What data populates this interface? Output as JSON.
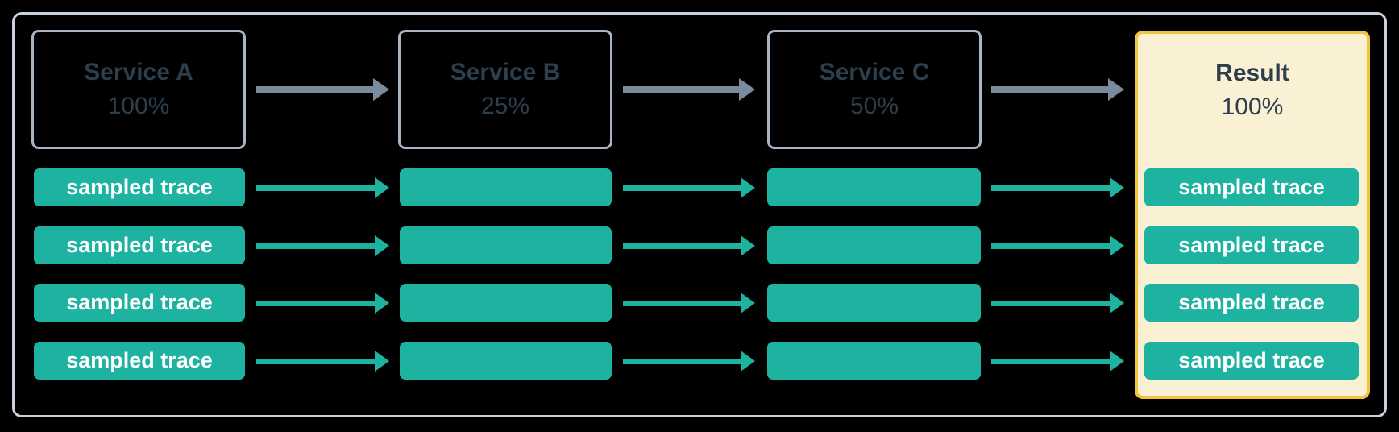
{
  "colors": {
    "teal": "#1eb2a0",
    "arrow_gray": "#7c8b9b",
    "box_border": "#a9b5c2",
    "frame_border": "#c9d1da",
    "text_dark": "#2d3e4c",
    "bar_text": "#ffffff",
    "result_bg": "#faf1d5",
    "result_border": "#f2c53d"
  },
  "diagram": {
    "description": "Trace sampling flow across services",
    "columns": [
      {
        "title": "Service A",
        "percent": "100%",
        "bars": [
          "sampled trace",
          "sampled trace",
          "sampled trace",
          "sampled trace"
        ]
      },
      {
        "title": "Service B",
        "percent": "25%",
        "bars": [
          "",
          "",
          "",
          ""
        ]
      },
      {
        "title": "Service C",
        "percent": "50%",
        "bars": [
          "",
          "",
          "",
          ""
        ]
      },
      {
        "title": "Result",
        "percent": "100%",
        "highlighted": true,
        "bars": [
          "sampled trace",
          "sampled trace",
          "sampled trace",
          "sampled trace"
        ]
      }
    ]
  }
}
